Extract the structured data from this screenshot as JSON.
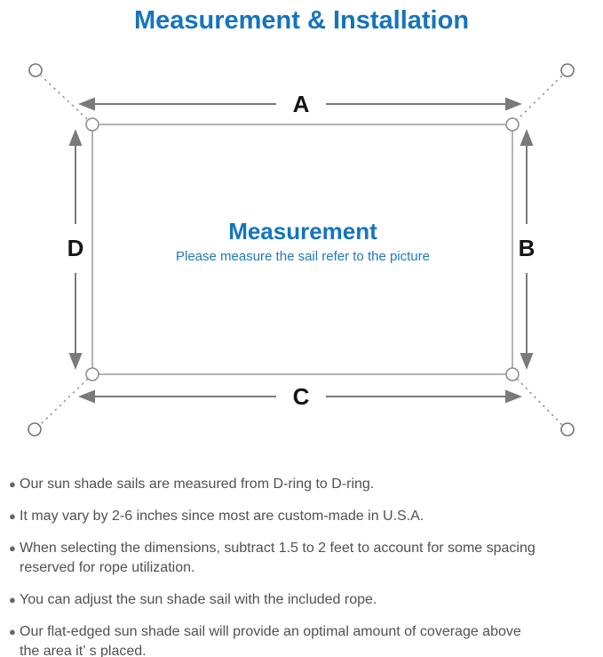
{
  "title": "Measurement & Installation",
  "diagram": {
    "labels": {
      "top": "A",
      "right": "B",
      "bottom": "C",
      "left": "D"
    },
    "center_title": "Measurement",
    "center_subtitle": "Please measure the sail refer to the picture",
    "colors": {
      "accent_blue": "#1574bd",
      "line_gray": "#7a7a7a",
      "label_black": "#151515"
    }
  },
  "bullet_icon": "●",
  "notes": [
    "Our sun shade sails are measured from D-ring to D-ring.",
    "It may vary by 2-6 inches since most are custom-made in U.S.A.",
    "When selecting the dimensions, subtract 1.5 to 2 feet to account for some spacing\nreserved for rope utilization.",
    "You can adjust the sun shade sail with the included rope.",
    "Our flat-edged sun shade sail will provide an optimal amount of coverage above\nthe area it’ s placed."
  ]
}
